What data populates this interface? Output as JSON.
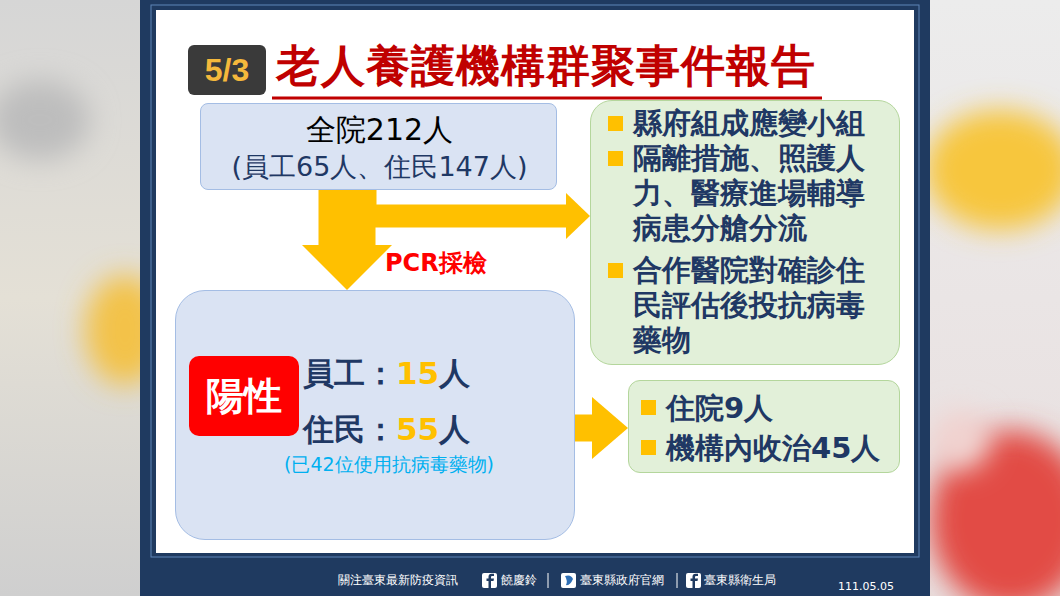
{
  "diagram": {
    "title": "老人養護機構群聚事件報告",
    "nodes": [
      {
        "text": [
          "5/3"
        ]
      },
      {
        "text": [
          "全院212人",
          "(員工65人、住民147人)"
        ]
      },
      {
        "text": [
          "縣府組成應變小組",
          "隔離措施、照護人 力、醫療進場輔導 病患分艙分流",
          "合作醫院對確診住 民評估後投抗病毒 藥物"
        ]
      },
      {
        "text": [
          "員工：15人",
          "住民：55人",
          "(已42位使用抗病毒藥物)"
        ]
      },
      {
        "text": [
          "陽性"
        ],
        "in": 3
      },
      {
        "text": [
          "住院9人",
          "機構內收治45人"
        ]
      }
    ],
    "edges": [
      {
        "from": 1,
        "to": 2,
        "arrow": "to"
      },
      {
        "from": 1,
        "to": 3,
        "label": "PCR採檢",
        "arrow": "to"
      },
      {
        "from": 3,
        "to": 5,
        "arrow": "to"
      }
    ],
    "labels": [
      "關注臺東最新防疫資訊",
      "饒慶鈴",
      "臺東縣政府官網",
      "臺東縣衛生局",
      "111.05.05"
    ]
  }
}
